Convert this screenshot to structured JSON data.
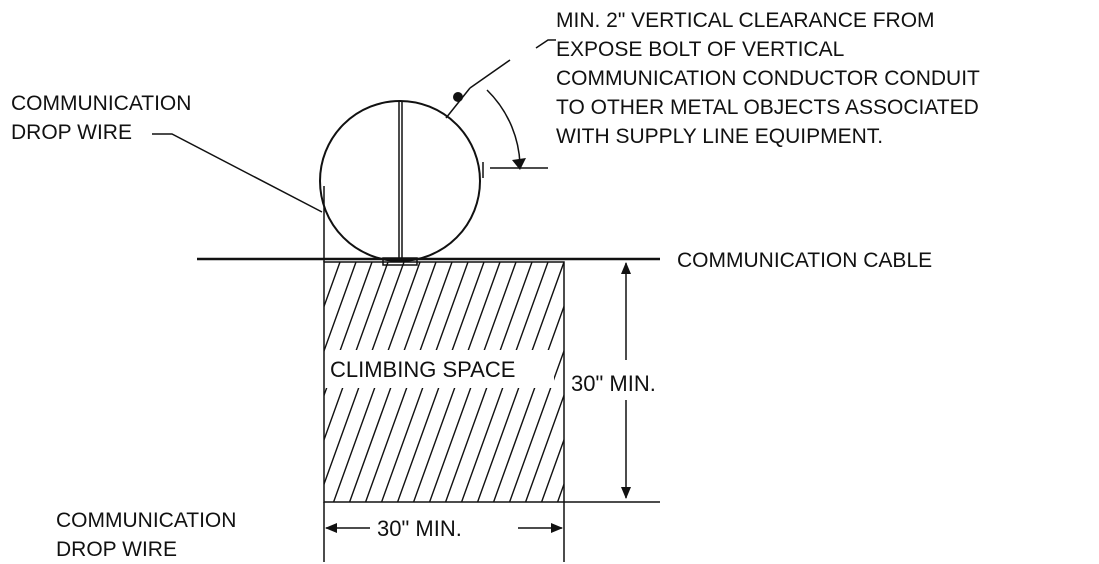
{
  "labels": {
    "clearance_note": [
      "MIN. 2\" VERTICAL CLEARANCE FROM",
      "EXPOSE BOLT OF VERTICAL",
      "COMMUNICATION CONDUCTOR CONDUIT",
      "TO OTHER METAL OBJECTS ASSOCIATED",
      "WITH SUPPLY LINE EQUIPMENT."
    ],
    "drop_wire_top": [
      "COMMUNICATION",
      "DROP WIRE"
    ],
    "drop_wire_bottom": [
      "COMMUNICATION",
      "DROP WIRE"
    ],
    "communication_cable": "COMMUNICATION CABLE",
    "climbing_space": "CLIMBING SPACE",
    "vertical_dimension": "30\" MIN.",
    "horizontal_dimension": "30\" MIN."
  },
  "colors": {
    "line": "#111111",
    "background": "#ffffff"
  }
}
